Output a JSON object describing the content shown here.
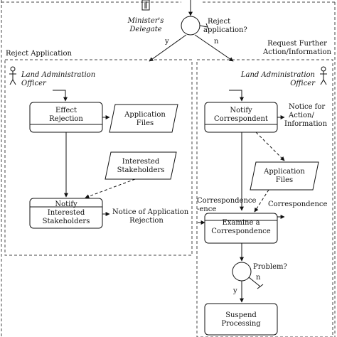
{
  "actors": {
    "minister": [
      "Minister's",
      "Delegate"
    ],
    "lao_left": [
      "Land Administration",
      "Officer"
    ],
    "lao_right": [
      "Land Administration",
      "Officer"
    ]
  },
  "decision_top": {
    "question": [
      "Reject",
      "application?"
    ],
    "yes": "y",
    "no": "n"
  },
  "lanes": {
    "left_title": "Reject Application",
    "right_title": [
      "Request Further",
      "Action/Information"
    ]
  },
  "left": {
    "effect_rejection": [
      "Effect",
      "Rejection"
    ],
    "application_files": [
      "Application",
      "Files"
    ],
    "interested_stakeholders": [
      "Interested",
      "Stakeholders"
    ],
    "notify_stakeholders": [
      "Notify",
      "Interested",
      "Stakeholders"
    ],
    "notice_rejection": [
      "Notice of Application",
      "Rejection"
    ]
  },
  "right": {
    "notify_correspondent": [
      "Notify",
      "Correspondent"
    ],
    "notice_action": [
      "Notice for",
      "Action/",
      "Information"
    ],
    "application_files": [
      "Application",
      "Files"
    ],
    "correspondence_in": [
      "Correspondence",
      "-ence"
    ],
    "correspondence_out": "Correspondence",
    "examine": [
      "Examine a",
      "Correspondence"
    ],
    "problem": "Problem?",
    "problem_no": "n",
    "problem_yes": "y",
    "suspend": [
      "Suspend",
      "Processing"
    ]
  }
}
